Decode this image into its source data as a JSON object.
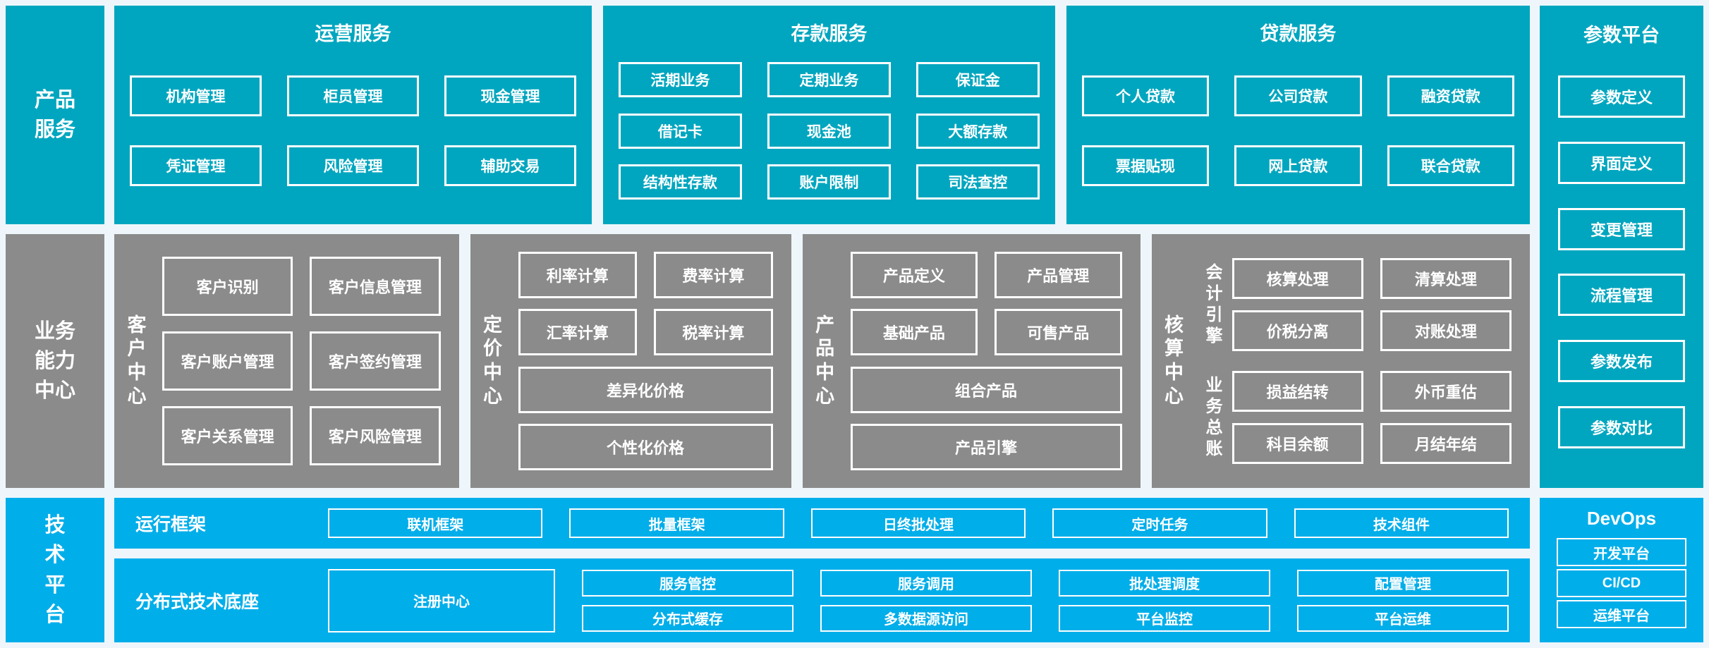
{
  "palette": {
    "teal": "#00a6bf",
    "gray": "#8b8b8b",
    "blue": "#00aeea",
    "background": "#eef6fb",
    "text": "#ffffff"
  },
  "left_rail": {
    "products_label": "产品\n服务",
    "business_label": "业务\n能力\n中心",
    "tech_label": "技\n术\n平\n台"
  },
  "top_row": {
    "operations": {
      "title": "运营服务",
      "boxes": [
        [
          "机构管理",
          "柜员管理",
          "现金管理"
        ],
        [
          "凭证管理",
          "风险管理",
          "辅助交易"
        ]
      ]
    },
    "deposits": {
      "title": "存款服务",
      "boxes": [
        [
          "活期业务",
          "定期业务",
          "保证金"
        ],
        [
          "借记卡",
          "现金池",
          "大额存款"
        ],
        [
          "结构性存款",
          "账户限制",
          "司法查控"
        ]
      ]
    },
    "loans": {
      "title": "贷款服务",
      "boxes": [
        [
          "个人贷款",
          "公司贷款",
          "融资贷款"
        ],
        [
          "票据贴现",
          "网上贷款",
          "联合贷款"
        ]
      ]
    }
  },
  "middle_row": {
    "customer": {
      "label": "客\n户\n中\n心",
      "boxes": [
        [
          "客户识别",
          "客户信息管理"
        ],
        [
          "客户账户管理",
          "客户签约管理"
        ],
        [
          "客户关系管理",
          "客户风险管理"
        ]
      ]
    },
    "pricing": {
      "label": "定\n价\n中\n心",
      "rows": [
        [
          "利率计算",
          "费率计算"
        ],
        [
          "汇率计算",
          "税率计算"
        ]
      ],
      "wide": [
        "差异化价格",
        "个性化价格"
      ]
    },
    "product": {
      "label": "产\n品\n中\n心",
      "rows": [
        [
          "产品定义",
          "产品管理"
        ],
        [
          "基础产品",
          "可售产品"
        ]
      ],
      "wide": [
        "组合产品",
        "产品引擎"
      ]
    },
    "accounting": {
      "label": "核\n算\n中\n心",
      "groups": [
        {
          "label": "会\n计\n引\n擎",
          "boxes": [
            [
              "核算处理",
              "清算处理"
            ],
            [
              "价税分离",
              "对账处理"
            ]
          ]
        },
        {
          "label": "业\n务\n总\n账",
          "boxes": [
            [
              "损益结转",
              "外币重估"
            ],
            [
              "科目余额",
              "月结年结"
            ]
          ]
        }
      ]
    }
  },
  "param_platform": {
    "title": "参数平台",
    "boxes": [
      "参数定义",
      "界面定义",
      "变更管理",
      "流程管理",
      "参数发布",
      "参数对比"
    ]
  },
  "tech_row": {
    "runtime": {
      "label": "运行框架",
      "boxes": [
        "联机框架",
        "批量框架",
        "日终批处理",
        "定时任务",
        "技术组件"
      ]
    },
    "distributed": {
      "label": "分布式技术底座",
      "registry": "注册中心",
      "columns": [
        [
          "服务管控",
          "分布式缓存"
        ],
        [
          "服务调用",
          "多数据源访问"
        ],
        [
          "批处理调度",
          "平台监控"
        ],
        [
          "配置管理",
          "平台运维"
        ]
      ]
    }
  },
  "devops": {
    "title": "DevOps",
    "boxes": [
      "开发平台",
      "CI/CD",
      "运维平台"
    ]
  }
}
